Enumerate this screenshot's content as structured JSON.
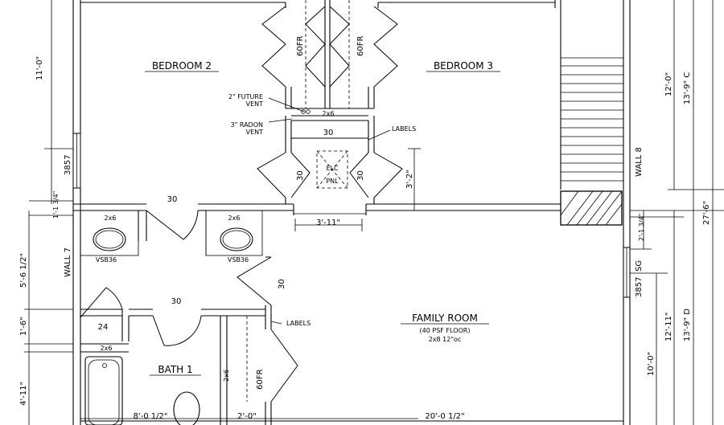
{
  "rooms": {
    "bedroom2": "BEDROOM 2",
    "bedroom3": "BEDROOM 3",
    "family_room": "FAMILY ROOM",
    "family_room_note1": "(40 PSF FLOOR)",
    "family_room_note2": "2x8 12\"oc",
    "bath1": "BATH 1"
  },
  "notes": {
    "future_vent_1": "2\" FUTURE",
    "future_vent_2": "VENT",
    "radon_vent_1": "3\" RADON",
    "radon_vent_2": "VENT",
    "labels_top": "LABELS",
    "labels_mid": "LABELS",
    "elec_panel_1": "ELC",
    "elec_panel_2": "PNL",
    "sg": "SG",
    "wall8": "WALL 8",
    "wall7": "WALL 7"
  },
  "doors": {
    "closet_60fr_left": "60FR",
    "closet_60fr_right": "60FR",
    "hall_30": "30",
    "door_30_left": "30",
    "door_30_right": "30",
    "bed2_door": "30",
    "bath_closet": "30",
    "bath_door": "30",
    "bath_24": "24",
    "bath_60fr": "60FR"
  },
  "framing": {
    "hall_2x6": "2x6",
    "bath_2x6_a": "2x6",
    "bath_2x6_b": "2x6",
    "bath_2x6_c": "2x6",
    "bath_2x6_vert": "2x6"
  },
  "fixtures": {
    "vanity_left": "VSB36",
    "vanity_right": "VSB36"
  },
  "windows": {
    "w_left": "3857",
    "w_right": "3857"
  },
  "dimensions": {
    "d_11_0": "11'-0\"",
    "d_1_3_4_left": "1'-1 3/4\"",
    "d_5_6_half": "5'-6 1/2\"",
    "d_1_6": "1'-6\"",
    "d_4_11": "4'-11\"",
    "d_3_11": "3'-11\"",
    "d_3_2": "3'-2\"",
    "d_12_0": "12'-0\"",
    "d_13_9_c": "13'-9\" C",
    "d_27_6": "27'-6\"",
    "d_2_3_4_right": "2'-1 3/4\"",
    "d_12_11": "12'-11\"",
    "d_13_9_d": "13'-9\" D",
    "d_10_0": "10'-0\"",
    "d_8_0_half": "8'-0 1/2\"",
    "d_2_0": "2'-0\"",
    "d_20_0_half": "20'-0 1/2\""
  }
}
